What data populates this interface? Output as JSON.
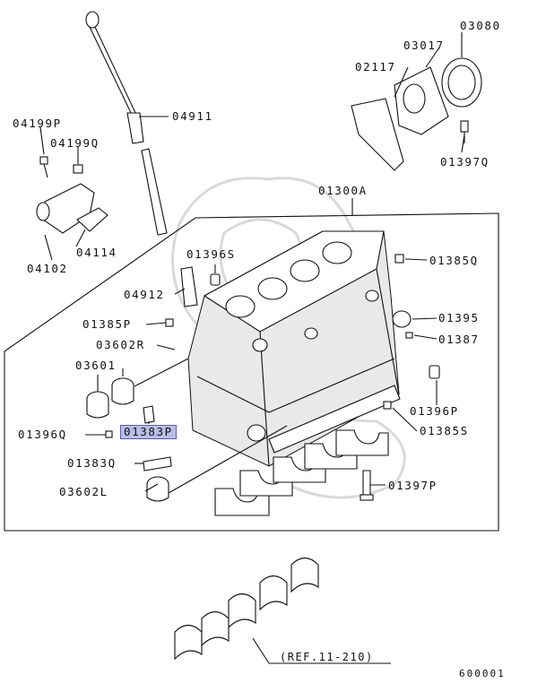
{
  "parts": {
    "p03080": "03080",
    "p03017": "03017",
    "p02117": "02117",
    "p04911": "04911",
    "p04199P": "04199P",
    "p04199Q": "04199Q",
    "p01397Q": "01397Q",
    "p01300A": "01300A",
    "p04114": "04114",
    "p04102": "04102",
    "p01396S": "01396S",
    "p01385Q": "01385Q",
    "p04912": "04912",
    "p01385P": "01385P",
    "p01395": "01395",
    "p03602R": "03602R",
    "p01387": "01387",
    "p03601": "03601",
    "p01396P": "01396P",
    "p01396Q": "01396Q",
    "p01383P": "01383P",
    "p01385S": "01385S",
    "p01383Q": "01383Q",
    "p03602L": "03602L",
    "p01397P": "01397P"
  },
  "highlighted_part": "01383P",
  "reference": "(REF.11-210)",
  "diagram_code": "600001"
}
